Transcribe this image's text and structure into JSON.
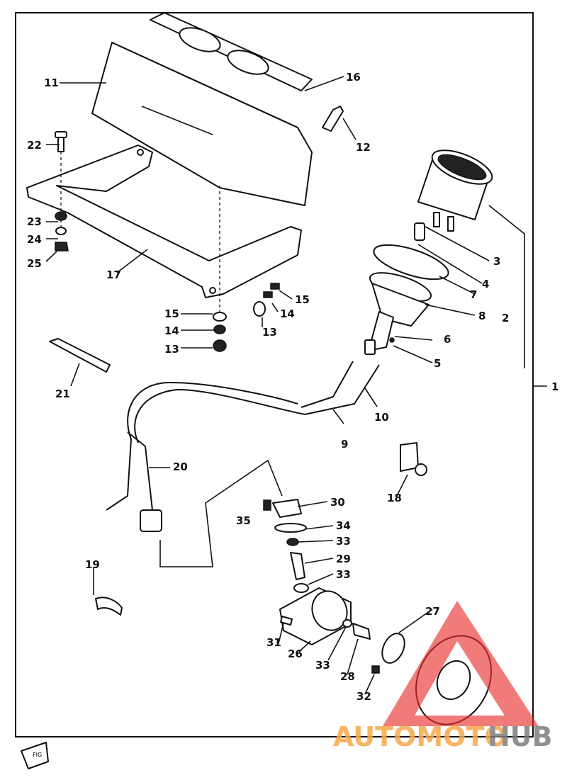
{
  "callouts": {
    "c1": "1",
    "c2": "2",
    "c3": "3",
    "c4": "4",
    "c5": "5",
    "c6": "6",
    "c7": "7",
    "c8": "8",
    "c9": "9",
    "c10": "10",
    "c11": "11",
    "c12": "12",
    "c13a": "13",
    "c13b": "13",
    "c14a": "14",
    "c14b": "14",
    "c15a": "15",
    "c15b": "15",
    "c16": "16",
    "c17": "17",
    "c18": "18",
    "c19": "19",
    "c20": "20",
    "c21": "21",
    "c22": "22",
    "c23": "23",
    "c24": "24",
    "c25": "25",
    "c26": "26",
    "c27": "27",
    "c28": "28",
    "c29": "29",
    "c30": "30",
    "c31": "31",
    "c32": "32",
    "c33a": "33",
    "c33b": "33",
    "c33c": "33",
    "c34": "34",
    "c35": "35"
  },
  "corner_tag": "FIG",
  "watermark": {
    "part1": "AUTOMOTO",
    "part2": "HUB",
    "color_primary": "#f5a94a",
    "color_secondary": "#7d7d7d",
    "logo_color": "#e8302e"
  }
}
